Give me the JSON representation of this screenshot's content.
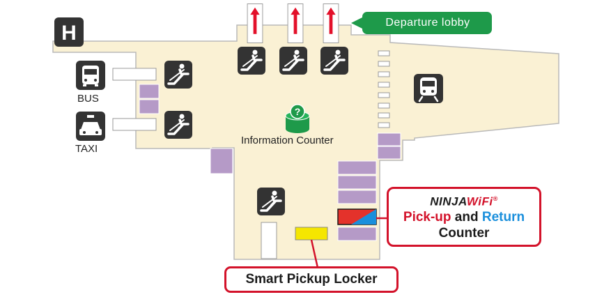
{
  "map": {
    "colors": {
      "floor": "#faf1d4",
      "floor_outline": "#b9b9b9",
      "shop": "#b59ac7",
      "icon_bg": "#333333",
      "departure_badge": "#1e9a4a",
      "info_icon": "#1e9a4a",
      "ninja_counter": "#e4322b",
      "ninja_counter_accent": "#1a8fdc",
      "locker": "#f5e600",
      "callout_border": "#d3122a",
      "arrow": "#e3102a"
    },
    "icons": {
      "hospital": "hospital-h-icon",
      "bus": "bus-icon",
      "taxi": "taxi-icon",
      "train": "train-icon",
      "escalator": "escalator-icon",
      "info": "information-icon",
      "arrow": "arrow-up-icon"
    },
    "labels": {
      "hospital_letter": "H",
      "bus": "BUS",
      "taxi": "TAXI",
      "info_symbol": "?",
      "information_counter": "Information Counter",
      "departure_lobby": "Departure lobby"
    },
    "ninja": {
      "logo_part1": "NINJA",
      "logo_part2": "WiFi",
      "logo_mark": "®",
      "pickup": "Pick-up",
      "and": "and",
      "return": "Return",
      "counter": "Counter"
    },
    "locker_label": "Smart Pickup Locker"
  }
}
